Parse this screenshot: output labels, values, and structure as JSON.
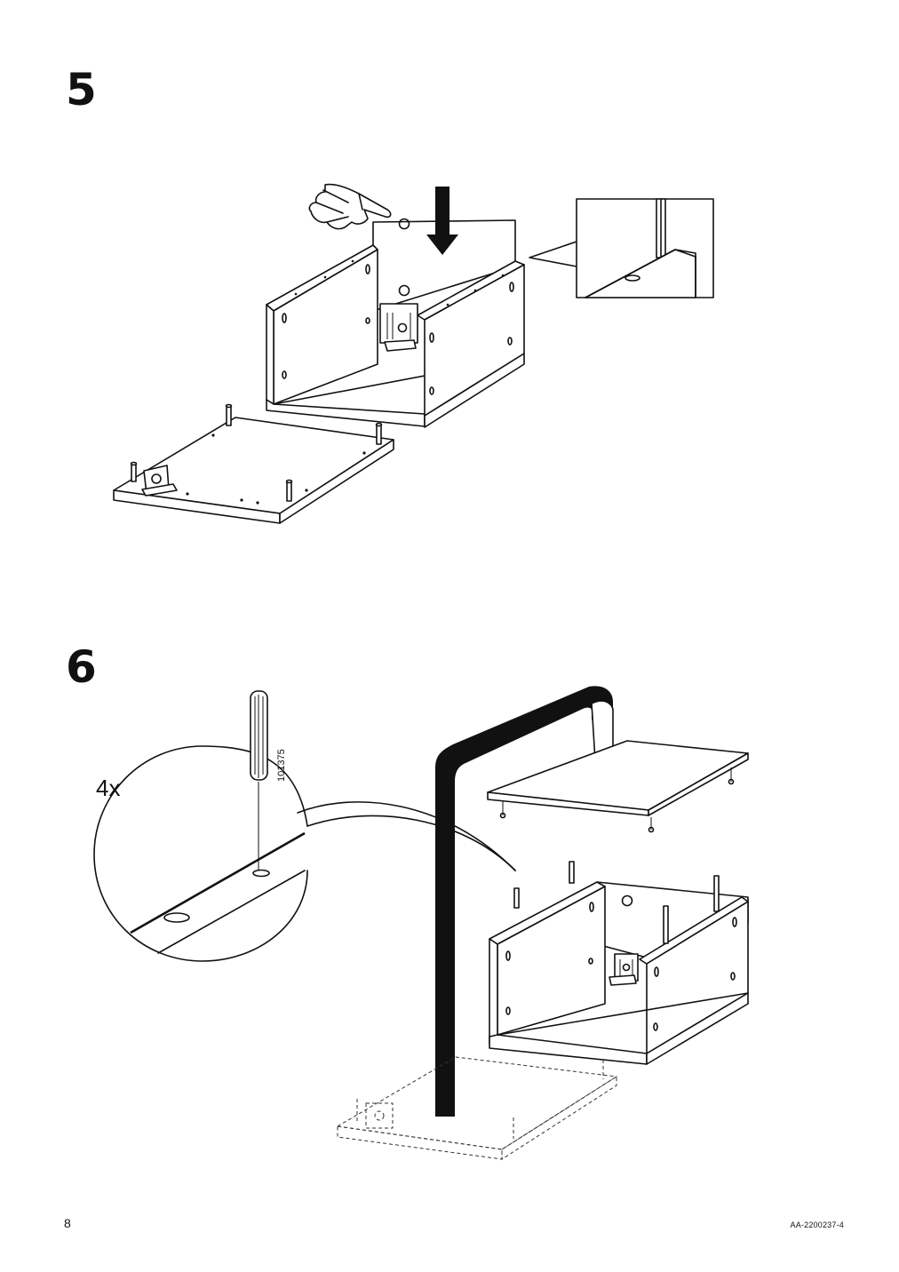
{
  "steps": [
    {
      "number": "5"
    },
    {
      "number": "6",
      "quantity": "4x",
      "part_number": "101375"
    }
  ],
  "footer": {
    "page_number": "8",
    "document_code": "AA-2200237-4"
  }
}
